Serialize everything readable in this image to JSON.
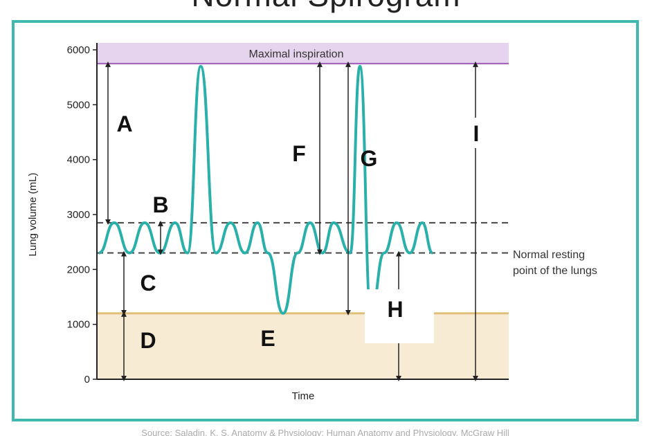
{
  "slide": {
    "title": "Normal Spirogram",
    "source": "Source: Saladin, K. S. Anatomy & Physiology; Human Anatomy and Physiology, McGraw Hill"
  },
  "chart_data": {
    "type": "line",
    "title": "",
    "xlabel": "Time",
    "ylabel": "Lung volume (mL)",
    "ylim": [
      0,
      6000
    ],
    "yticks": [
      "0",
      "1000",
      "2000",
      "3000",
      "4000",
      "5000",
      "6000"
    ],
    "grid": false,
    "series": [
      {
        "values": [
          2300,
          2850,
          2300,
          2850,
          2300,
          2850,
          2300,
          5700,
          2300,
          2850,
          2300,
          2850,
          2300,
          1200,
          2300,
          2850,
          2300,
          2850,
          2300,
          5700,
          1200,
          2300,
          2850,
          2300,
          2850,
          2300
        ]
      }
    ],
    "reference_lines": {
      "maximal_inspiration": 5750,
      "end_tidal_inspiration": 2850,
      "normal_resting_point": 2300,
      "residual_volume": 1200
    },
    "annotations": {
      "maximal_inspiration_label": "Maximal inspiration",
      "resting_point_label_line1": "Normal resting",
      "resting_point_label_line2": "point of the lungs"
    },
    "volume_letters": [
      {
        "letter": "A",
        "from": 2850,
        "to": 5750
      },
      {
        "letter": "B",
        "from": 2300,
        "to": 2850
      },
      {
        "letter": "C",
        "from": 1200,
        "to": 2300
      },
      {
        "letter": "D",
        "from": 0,
        "to": 1200
      },
      {
        "letter": "E",
        "from": 1200,
        "to": 1200
      },
      {
        "letter": "F",
        "from": 2300,
        "to": 5750
      },
      {
        "letter": "G",
        "from": 1200,
        "to": 5750
      },
      {
        "letter": "H",
        "from": 0,
        "to": 2300
      },
      {
        "letter": "I",
        "from": 0,
        "to": 5750
      }
    ],
    "colors": {
      "trace": "#2ab0aa",
      "inspiration_band": "#e6d4ee",
      "inspiration_line": "#a05ab8",
      "residual_band": "#f7ebd3",
      "residual_line": "#e2bf78",
      "frame": "#3fb8b2"
    }
  }
}
